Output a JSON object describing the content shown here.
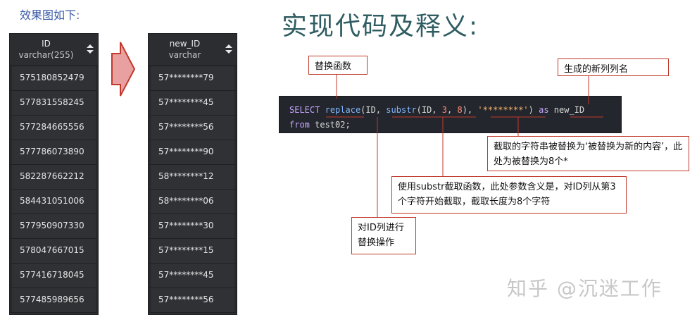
{
  "caption": "效果图如下:",
  "heading": "实现代码及释义:",
  "left_table": {
    "column_name": "ID",
    "column_type": "varchar(255)",
    "rows": [
      "575180852479",
      "577831558245",
      "577284665556",
      "577786073890",
      "582287662212",
      "584431051006",
      "577950907330",
      "578047667015",
      "577416718045",
      "577485989656"
    ]
  },
  "right_table": {
    "column_name": "new_ID",
    "column_type": "varchar",
    "rows": [
      "57********79",
      "57********45",
      "57********56",
      "57********90",
      "58********12",
      "58********06",
      "57********30",
      "57********15",
      "57********45",
      "57********56"
    ]
  },
  "code": {
    "line1": {
      "select": "SELECT",
      "replace_fn": "replace",
      "open1": "(ID, ",
      "substr_fn": "substr",
      "open2": "(ID, ",
      "n3": "3",
      "comma": ", ",
      "n8": "8",
      "close": "), ",
      "mask": "'********'",
      "close2": ") ",
      "as": "as",
      "alias": " new_ID"
    },
    "line2": {
      "from": "from",
      "table": " test02;"
    }
  },
  "notes": {
    "replace": "替换函数",
    "alias": "生成的新列列名",
    "substr_args": "截取的字符串被替换为‘被替换为新的内容’，此处为被替换为8个*",
    "substr": "使用substr截取函数，此处参数含义是，对ID列从第3个字符开始截取，截取长度为8个字符",
    "id": "对ID列进行替换操作"
  },
  "watermark": "知乎 @沉迷工作",
  "colors": {
    "annotation_border": "#c0392b",
    "arrow_fill": "#e8a0a0",
    "arrow_stroke": "#c0392b",
    "heading": "#2f5d62",
    "caption": "#3b5aa8"
  }
}
